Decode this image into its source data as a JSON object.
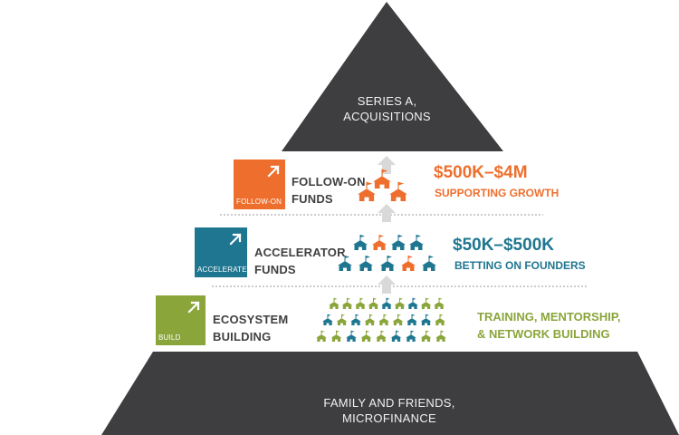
{
  "apex": {
    "line1": "SERIES A,",
    "line2": "ACQUISITIONS"
  },
  "base": {
    "line1": "FAMILY AND FRIENDS,",
    "line2": "MICROFINANCE"
  },
  "tiers": {
    "followon": {
      "box_label": "FOLLOW-ON",
      "name_line1": "FOLLOW-ON",
      "name_line2": "FUNDS",
      "amount": "$500K–$4M",
      "subtitle": "SUPPORTING GROWTH",
      "color": "#ee6f2d"
    },
    "accelerator": {
      "box_label": "ACCELERATE",
      "name_line1": "ACCELERATOR",
      "name_line2": "FUNDS",
      "amount": "$50K–$500K",
      "subtitle": "BETTING ON FOUNDERS",
      "color": "#1f7690"
    },
    "ecosystem": {
      "box_label": "BUILD",
      "name_line1": "ECOSYSTEM",
      "name_line2": "BUILDING",
      "desc_line1": "TRAINING, MENTORSHIP,",
      "desc_line2": "& NETWORK BUILDING",
      "color": "#8aa53a"
    }
  },
  "colors": {
    "pyramid": "#3e3e40",
    "arrow": "#d9d9d9",
    "house_orange": "#ee6f2d",
    "house_teal": "#1f7690",
    "house_green": "#8aa53a"
  },
  "icons": {
    "box_arrow": "arrow-up-right-icon",
    "house": "house-flag-icon",
    "growth_arrow": "arrow-up-icon"
  },
  "house_clusters": {
    "followon": [
      "orange",
      "orange",
      "orange"
    ],
    "accelerator": [
      "teal",
      "orange",
      "teal",
      "teal",
      "teal",
      "teal",
      "teal",
      "orange",
      "teal"
    ],
    "ecosystem": [
      "green",
      "green",
      "green",
      "green",
      "teal",
      "green",
      "teal",
      "green",
      "green",
      "teal",
      "green",
      "teal",
      "green",
      "green",
      "green",
      "teal",
      "teal",
      "green",
      "green",
      "green",
      "teal",
      "green",
      "green",
      "teal",
      "teal",
      "green",
      "green",
      "teal",
      "green",
      "green",
      "green",
      "teal",
      "green",
      "green",
      "green",
      "green"
    ]
  }
}
